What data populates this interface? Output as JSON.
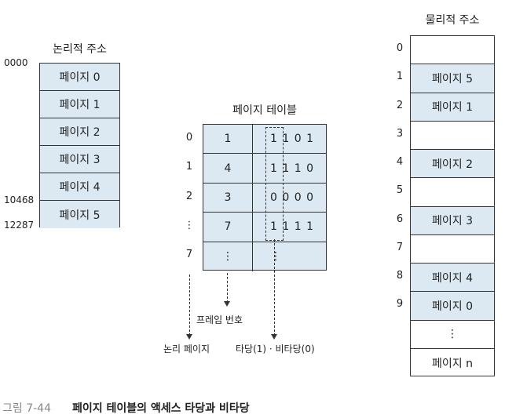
{
  "logical": {
    "title": "논리적 주소",
    "pages": [
      "페이지 0",
      "페이지 1",
      "페이지 2",
      "페이지 3",
      "페이지 4",
      "페이지 5"
    ],
    "addresses": [
      "0000",
      "10468",
      "12287"
    ]
  },
  "table": {
    "title": "페이지 테이블",
    "indexes": [
      "0",
      "1",
      "2",
      "⋮",
      "7"
    ],
    "frames": [
      "1",
      "4",
      "3",
      "7",
      "⋮"
    ],
    "bits": [
      "1 1 0 1",
      "1 1 1 0",
      "0 0 0 0",
      "1 1 1 1",
      "⋮"
    ],
    "label_frame": "프레임 번호",
    "label_page": "논리 페이지",
    "label_valid": "타당(1) · 비타당(0)"
  },
  "physical": {
    "title": "물리적 주소",
    "rows": [
      {
        "i": "0",
        "v": ""
      },
      {
        "i": "1",
        "v": "페이지 5"
      },
      {
        "i": "2",
        "v": "페이지 1"
      },
      {
        "i": "3",
        "v": ""
      },
      {
        "i": "4",
        "v": "페이지 2"
      },
      {
        "i": "5",
        "v": ""
      },
      {
        "i": "6",
        "v": "페이지 3"
      },
      {
        "i": "7",
        "v": ""
      },
      {
        "i": "8",
        "v": "페이지 4"
      },
      {
        "i": "9",
        "v": "페이지 0"
      },
      {
        "i": "",
        "v": "⋮"
      },
      {
        "i": "",
        "v": "페이지 n"
      }
    ]
  },
  "caption": {
    "number": "그림 7-44",
    "text": "페이지 테이블의 액세스 타당과 비타당"
  }
}
